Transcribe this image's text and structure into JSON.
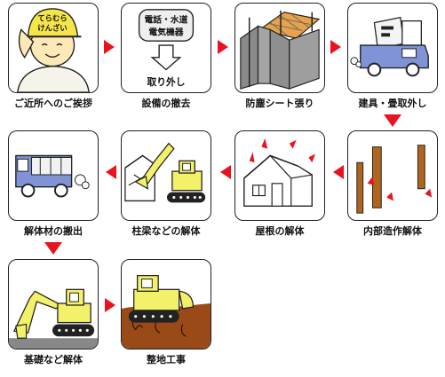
{
  "steps": [
    {
      "label": "ご近所へのご挨拶",
      "helmet_text_1": "てらむら",
      "helmet_text_2": "けんざい"
    },
    {
      "label": "設備の撤去",
      "box_line_1": "電話・水道",
      "box_line_2": "電気機器",
      "sub_text": "取り外し"
    },
    {
      "label": "防塵シート張り"
    },
    {
      "label": "建具・畳取外し"
    },
    {
      "label": "内部造作解体"
    },
    {
      "label": "屋根の解体"
    },
    {
      "label": "柱梁などの解体"
    },
    {
      "label": "解体材の搬出"
    },
    {
      "label": "基礎など解体"
    },
    {
      "label": "整地工事"
    }
  ],
  "colors": {
    "arrow": "#e8131f",
    "machine_yellow": "#f3f06a",
    "truck_blue": "#7f93d6",
    "skin": "#fde8b8",
    "helmet": "#f4e64a",
    "timber": "#b0651f",
    "soil": "#9a4a16"
  }
}
